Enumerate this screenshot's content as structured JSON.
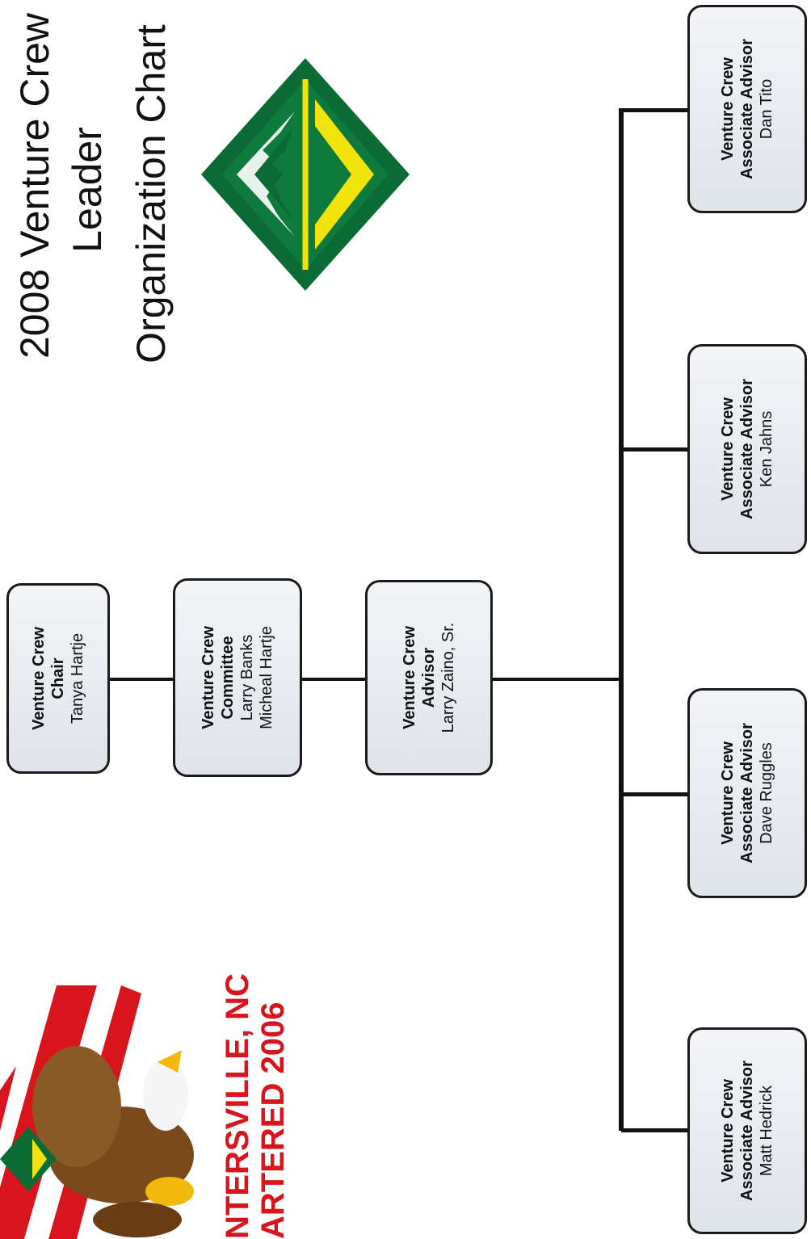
{
  "title": {
    "line1": "2008 Venture Crew",
    "line2": "Leader",
    "line3": "Organization Chart"
  },
  "banner": {
    "line1": "NTERSVILLE, NC",
    "line2": "ARTERED 2006"
  },
  "colors": {
    "logo_green": "#0b6b35",
    "logo_yellow": "#f2e20c",
    "banner_red": "#d8141c",
    "box_border": "#1a1a1a",
    "line": "#111111"
  },
  "nodes": {
    "chair": {
      "role": [
        "Venture Crew",
        "Chair"
      ],
      "names": [
        "Tanya Hartje"
      ]
    },
    "committee": {
      "role": [
        "Venture Crew",
        "Committee"
      ],
      "names": [
        "Larry Banks",
        "Micheal Hartje"
      ]
    },
    "advisor": {
      "role": [
        "Venture Crew",
        "Advisor"
      ],
      "names": [
        "Larry Zaino, Sr."
      ]
    },
    "assoc1": {
      "role": [
        "Venture Crew",
        "Associate Advisor"
      ],
      "names": [
        "Dan Tito"
      ]
    },
    "assoc2": {
      "role": [
        "Venture Crew",
        "Associate Advisor"
      ],
      "names": [
        "Ken Jahns"
      ]
    },
    "assoc3": {
      "role": [
        "Venture Crew",
        "Associate Advisor"
      ],
      "names": [
        "Dave Ruggles"
      ]
    },
    "assoc4": {
      "role": [
        "Venture Crew",
        "Associate Advisor"
      ],
      "names": [
        "Matt Hedrick"
      ]
    }
  }
}
